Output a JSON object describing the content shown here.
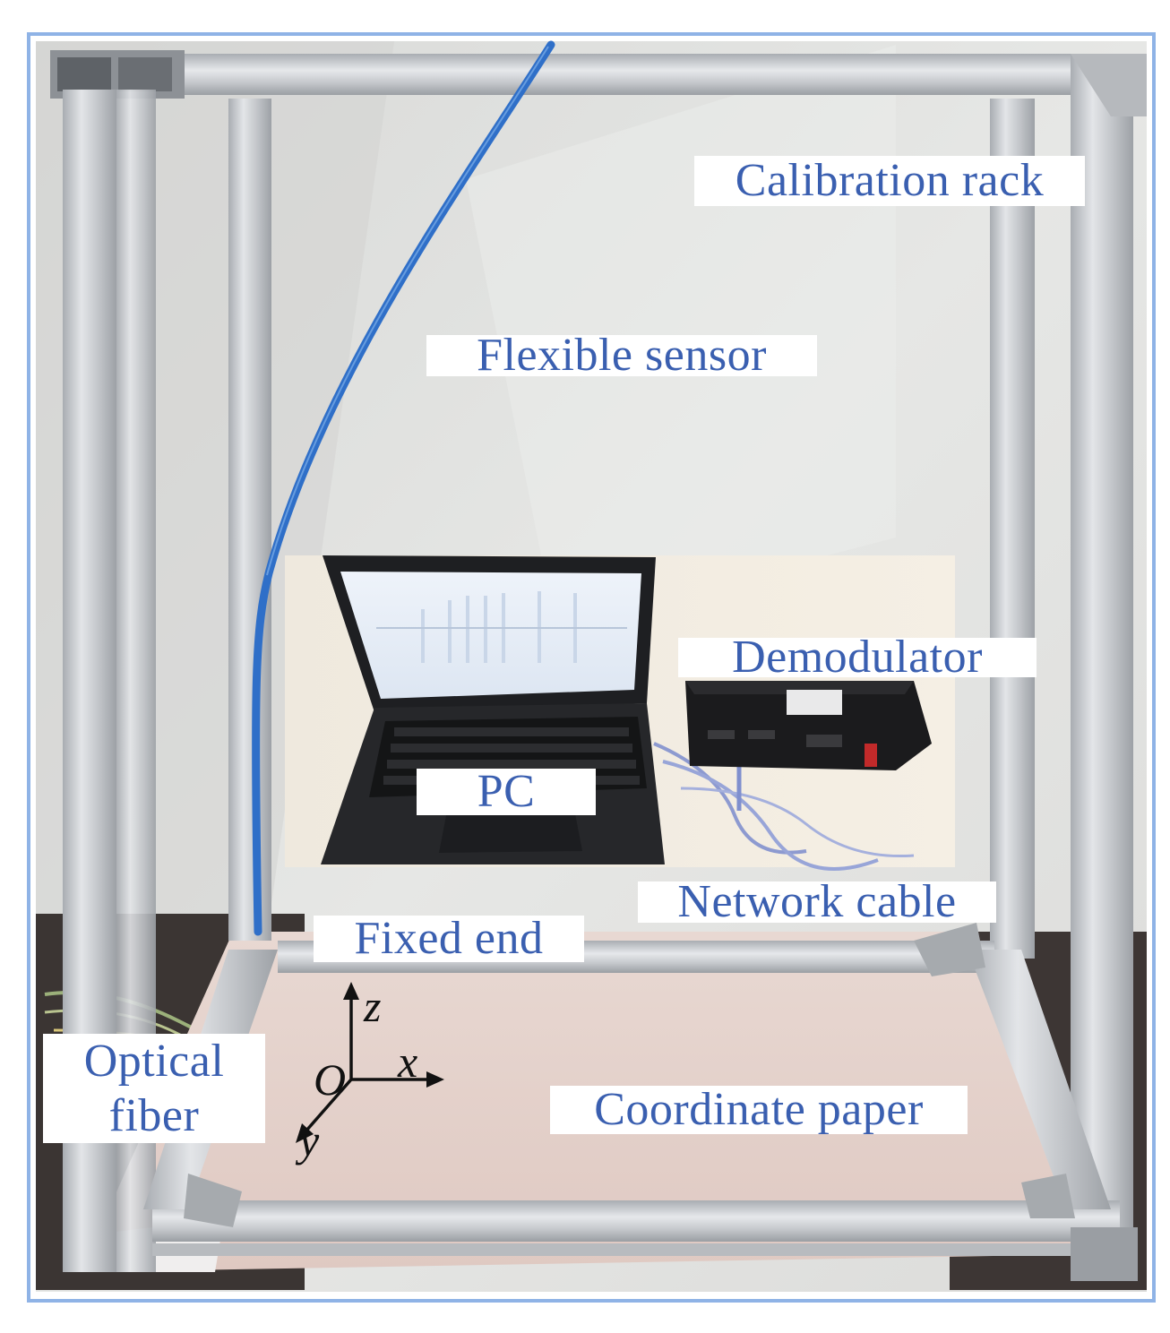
{
  "labels": {
    "calibration_rack": "Calibration rack",
    "flexible_sensor": "Flexible sensor",
    "demodulator": "Demodulator",
    "pc": "PC",
    "network_cable": "Network cable",
    "fixed_end": "Fixed end",
    "optical_fiber_line1": "Optical",
    "optical_fiber_line2": "fiber",
    "coordinate_paper": "Coordinate paper"
  },
  "axes": {
    "origin": "O",
    "x": "x",
    "y": "y",
    "z": "z"
  },
  "colors": {
    "label_text": "#3a5fb0",
    "frame_border": "#8fb3e6",
    "aluminum": "#c9ccd0",
    "wall": "#e2e3e1",
    "paper": "#e9d6d0",
    "sensor": "#2f6fc8"
  }
}
